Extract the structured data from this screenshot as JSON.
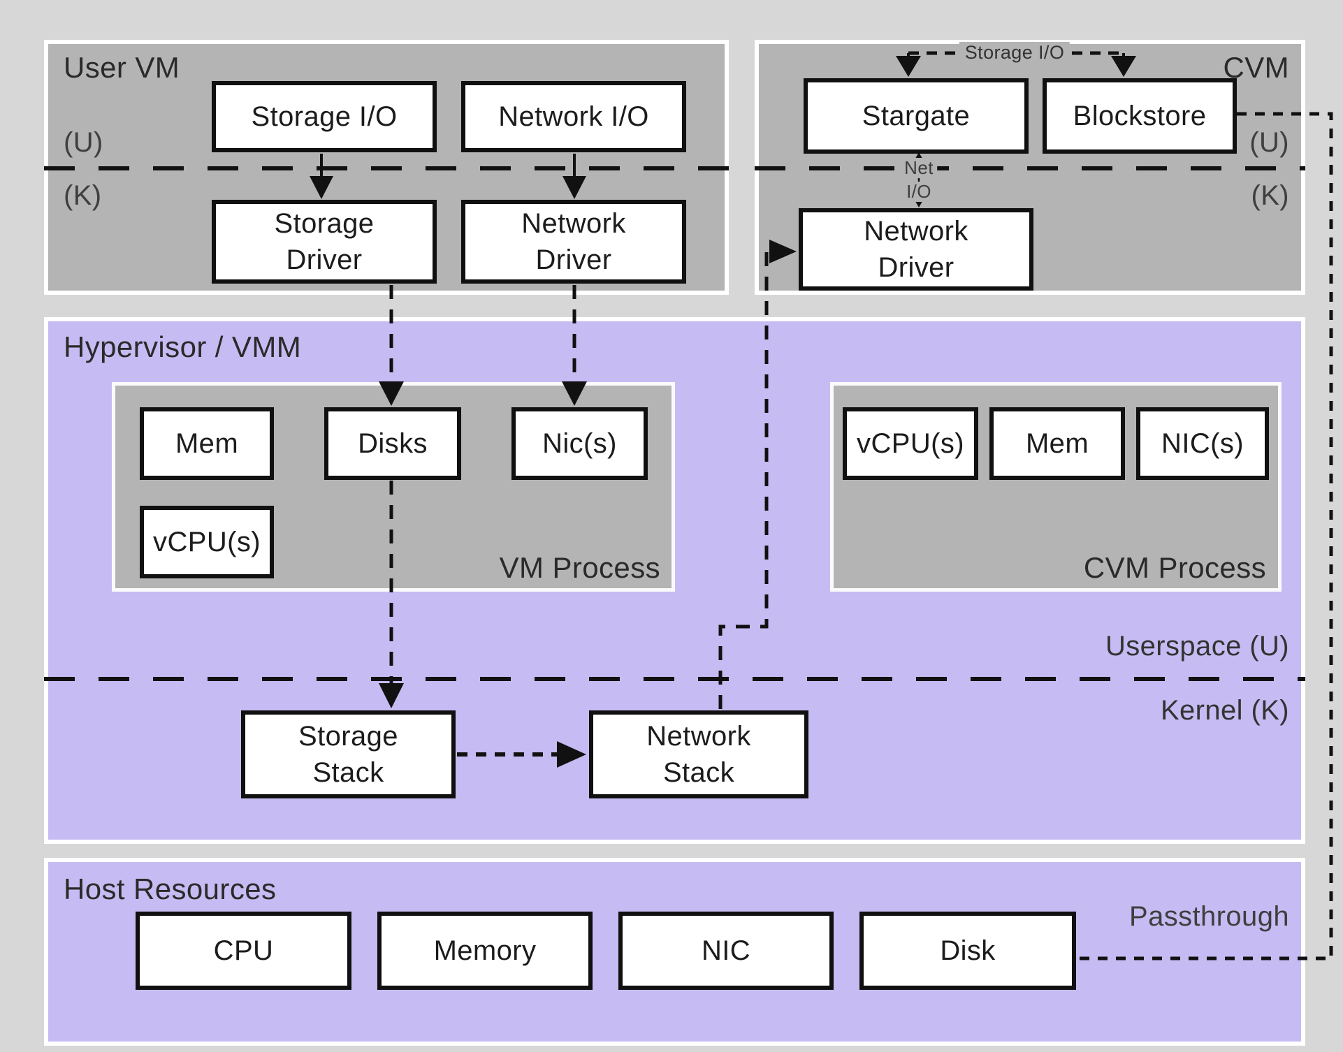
{
  "palette": {
    "page_bg": "#d7d7d7",
    "group_gray": "#b4b4b4",
    "group_purple": "#c6bcf3",
    "node_bg": "#ffffff",
    "node_border": "#101010",
    "group_border": "#ffffff",
    "connector": "#111111"
  },
  "user_vm": {
    "title": "User VM",
    "u_label": "(U)",
    "k_label": "(K)",
    "storage_io": "Storage I/O",
    "network_io": "Network I/O",
    "storage_driver": "Storage Driver",
    "network_driver": "Network Driver"
  },
  "cvm": {
    "title": "CVM",
    "u_label": "(U)",
    "k_label": "(K)",
    "storage_io_flow": "Storage I/O",
    "net_flow_line1": "Net",
    "net_flow_line2": "I/O",
    "stargate": "Stargate",
    "blockstore": "Blockstore",
    "network_driver": "Network Driver"
  },
  "hypervisor": {
    "title": "Hypervisor / VMM",
    "userspace_label": "Userspace (U)",
    "kernel_label": "Kernel (K)",
    "vm_process": {
      "title": "VM Process",
      "mem": "Mem",
      "disks": "Disks",
      "nics": "Nic(s)",
      "vcpus": "vCPU(s)"
    },
    "cvm_process": {
      "title": "CVM Process",
      "vcpus": "vCPU(s)",
      "mem": "Mem",
      "nics": "NIC(s)"
    },
    "storage_stack": "Storage Stack",
    "network_stack": "Network Stack"
  },
  "host": {
    "title": "Host Resources",
    "passthrough_label": "Passthrough",
    "cpu": "CPU",
    "memory": "Memory",
    "nic": "NIC",
    "disk": "Disk"
  }
}
